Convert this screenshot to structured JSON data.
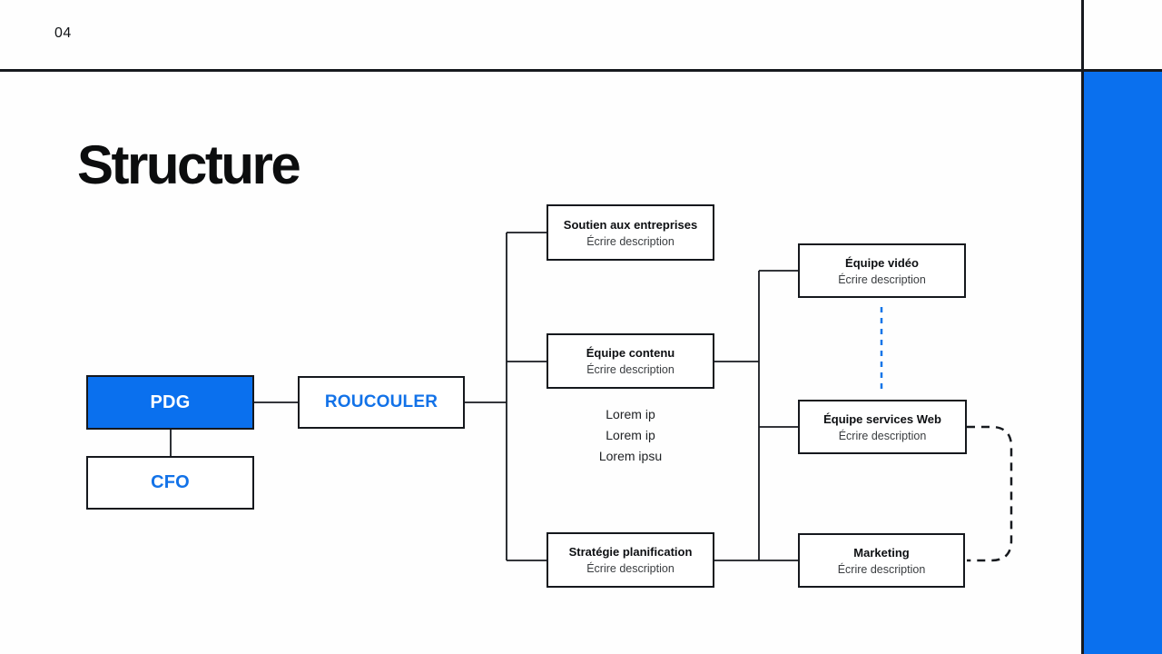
{
  "header": {
    "page_number": "04"
  },
  "slide": {
    "title": "Structure"
  },
  "colors": {
    "accent_blue": "#0a70ee",
    "node_text_blue": "#1272e8",
    "line_dark": "#171a1f",
    "dashed_blue": "#1375e8"
  },
  "org_chart": {
    "root": {
      "label": "PDG"
    },
    "assistant": {
      "label": "CFO"
    },
    "company": {
      "label": "ROUCOULER"
    },
    "level1": [
      {
        "title": "Soutien aux entreprises",
        "description": "Écrire description"
      },
      {
        "title": "Équipe contenu",
        "description": "Écrire description"
      },
      {
        "title": "Stratégie planification",
        "description": "Écrire description"
      }
    ],
    "level2": [
      {
        "title": "Équipe vidéo",
        "description": "Écrire description"
      },
      {
        "title": "Équipe services Web",
        "description": "Écrire description"
      },
      {
        "title": "Marketing",
        "description": "Écrire description"
      }
    ],
    "notes": [
      "Lorem ip",
      "Lorem ip",
      "Lorem ipsu"
    ]
  }
}
